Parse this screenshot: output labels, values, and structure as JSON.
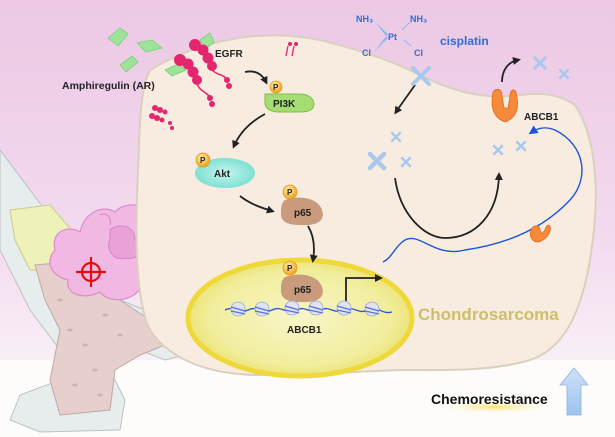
{
  "figure": {
    "type": "signaling-pathway-diagram",
    "labels": {
      "ligand": "Amphiregulin (AR)",
      "receptor": "EGFR",
      "pi3k": "PI3K",
      "akt": "Akt",
      "p65_cytoplasm": "p65",
      "p65_nucleus": "p65",
      "phospho": "P",
      "gene": "ABCB1",
      "transporter": "ABCB1",
      "drug": "cisplatin",
      "cell_type": "Chondrosarcoma",
      "outcome": "Chemoresistance"
    },
    "cisplatin_structure": {
      "center": "Pt",
      "ligands": [
        "NH₃",
        "NH₃",
        "Cl",
        "Cl"
      ]
    },
    "pathway_steps": [
      "Amphiregulin (AR)",
      "EGFR",
      "PI3K",
      "Akt",
      "p65",
      "p65 (nucleus)",
      "ABCB1 transcription",
      "ABCB1 efflux of cisplatin"
    ],
    "colors": {
      "background_extracellular": "#efc9e6",
      "cell": "#f7ecdf",
      "nucleus": "#f3f0a8",
      "nucleus_rim": "#efd93a",
      "egfr": "#e3266e",
      "ligand": "#9de39a",
      "pi3k": "#9ed86b",
      "akt": "#7fe3d6",
      "p65": "#c99a7c",
      "phospho": "#f6c24a",
      "abcb1_protein": "#f58a3a",
      "cisplatin": "#a9c8ee",
      "cisplatin_text": "#2f6ed6",
      "mrna_line": "#1b56d6",
      "chondrosarcoma_text": "#cdbf6a",
      "chemoresistance_arrow": "#a9caf0",
      "target_marker": "#e01010"
    }
  }
}
